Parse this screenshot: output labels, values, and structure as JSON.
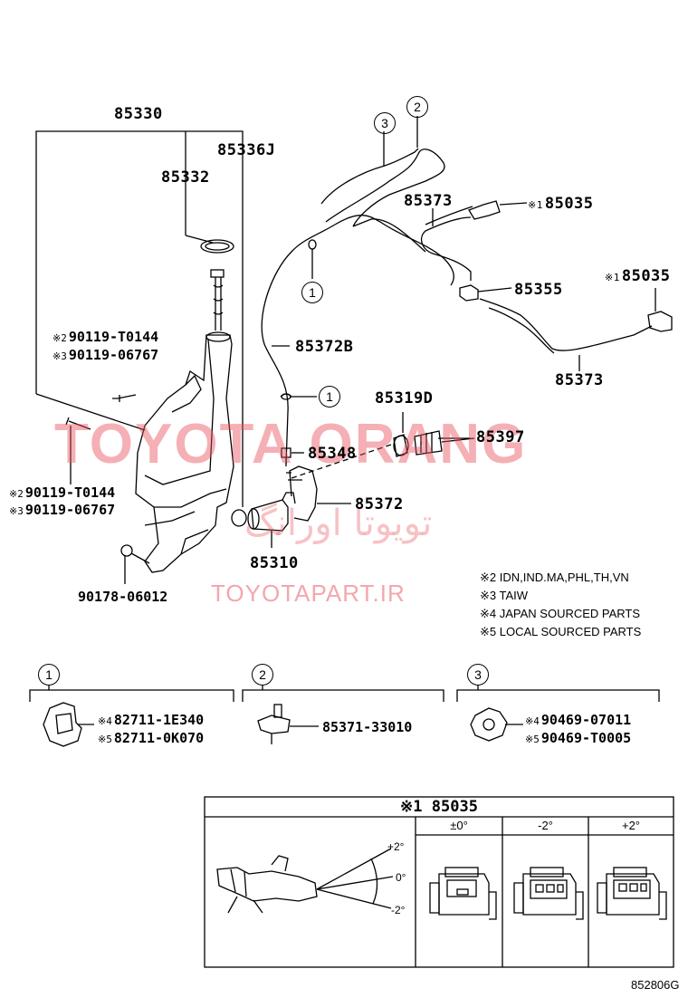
{
  "parts": {
    "reservoir_assy": "85330",
    "reservoir_alt": "85336J",
    "cap": "85332",
    "hose_main": "85372B",
    "jet_1": "85035",
    "jet_2": "85035",
    "hose_a": "85373",
    "hose_b": "85373",
    "joint": "85355",
    "check_valve": "85319D",
    "check_valve_b": "85397",
    "connector": "85348",
    "hose_pump": "85372",
    "pump": "85310",
    "bolt_a_2": "90119-T0144",
    "bolt_a_3": "90119-06767",
    "bolt_b_2": "90119-T0144",
    "bolt_b_3": "90119-06767",
    "nut": "90178-06012"
  },
  "markers": {
    "m1": "※1",
    "m2": "※2",
    "m3": "※3",
    "m4": "※4",
    "m5": "※5"
  },
  "callouts": {
    "c1": "1",
    "c2": "2",
    "c3": "3"
  },
  "notes": [
    "※2 IDN,IND.MA,PHL,TH,VN",
    "※3 TAIW",
    "※4 JAPAN SOURCED PARTS",
    "※5 LOCAL SOURCED PARTS"
  ],
  "details": {
    "d1_4": "82711-1E340",
    "d1_5": "82711-0K070",
    "d2": "85371-33010",
    "d3_4": "90469-07011",
    "d3_5": "90469-T0005"
  },
  "table": {
    "title": "※1 85035",
    "columns": [
      "±0°",
      "-2°",
      "+2°"
    ],
    "angles": [
      "+2°",
      "0°",
      "-2°"
    ]
  },
  "watermarks": {
    "brand": "TOYOTA ORANG",
    "farsi": "تویوتا اورانگ",
    "site": "TOYOTAPART.IR"
  },
  "figure_id": "852806G"
}
